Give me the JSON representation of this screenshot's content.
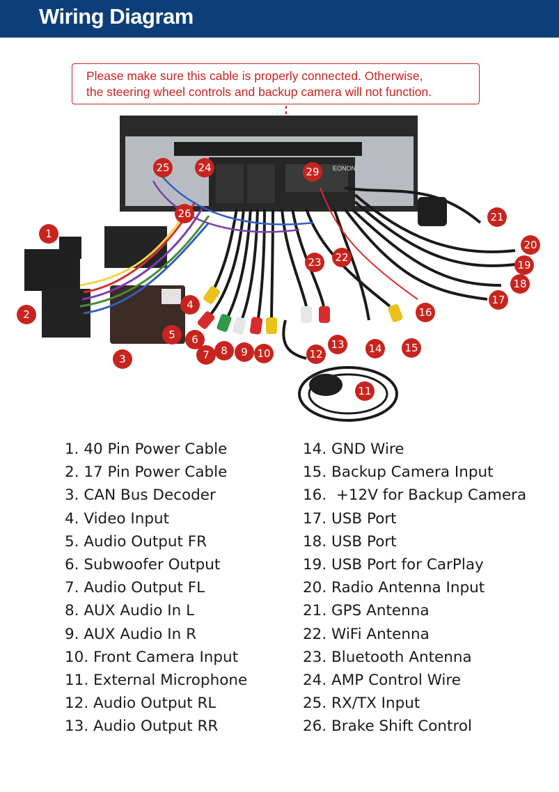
{
  "header": {
    "title": "Wiring Diagram",
    "background": "#0c3e7a"
  },
  "notice": {
    "lines": [
      "Please make sure this cable is properly connected. Otherwise,",
      "the steering wheel controls and backup camera will not function."
    ],
    "color": "#c8241e"
  },
  "diagram": {
    "unit_brand": "EONON",
    "markers": [
      "1",
      "2",
      "3",
      "4",
      "5",
      "6",
      "7",
      "8",
      "9",
      "10",
      "11",
      "12",
      "13",
      "14",
      "15",
      "16",
      "17",
      "18",
      "19",
      "20",
      "21",
      "22",
      "23",
      "24",
      "25",
      "26",
      "29"
    ]
  },
  "legend": {
    "left": [
      "1. 40 Pin Power Cable",
      "2. 17 Pin Power Cable",
      "3. CAN Bus Decoder",
      "4. Video Input",
      "5. Audio Output FR",
      "6. Subwoofer Output",
      "7. Audio Output FL",
      "8. AUX Audio In L",
      "9. AUX Audio In R",
      "10. Front Camera Input",
      "11. External Microphone",
      "12. Audio Output RL",
      "13. Audio Output RR"
    ],
    "right": [
      "14. GND Wire",
      "15. Backup Camera Input",
      "16.  +12V for Backup Camera",
      "17. USB Port",
      "18. USB Port",
      "19. USB Port for CarPlay",
      "20. Radio Antenna Input",
      "21. GPS Antenna",
      "22. WiFi Antenna",
      "23. Bluetooth Antenna",
      "24. AMP Control Wire",
      "25. RX/TX Input",
      "26. Brake Shift Control"
    ]
  }
}
